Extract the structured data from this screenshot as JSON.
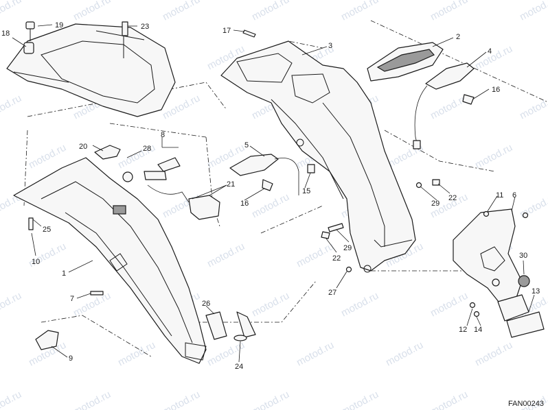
{
  "diagram": {
    "code": "FAN00243",
    "watermark": "motod.ru",
    "callouts": [
      "1",
      "2",
      "3",
      "4",
      "5",
      "6",
      "7",
      "8",
      "9",
      "10",
      "11",
      "12",
      "13",
      "14",
      "15",
      "16",
      "16",
      "17",
      "18",
      "19",
      "20",
      "21",
      "22",
      "22",
      "23",
      "24",
      "25",
      "26",
      "27",
      "28",
      "29",
      "29",
      "30"
    ]
  }
}
